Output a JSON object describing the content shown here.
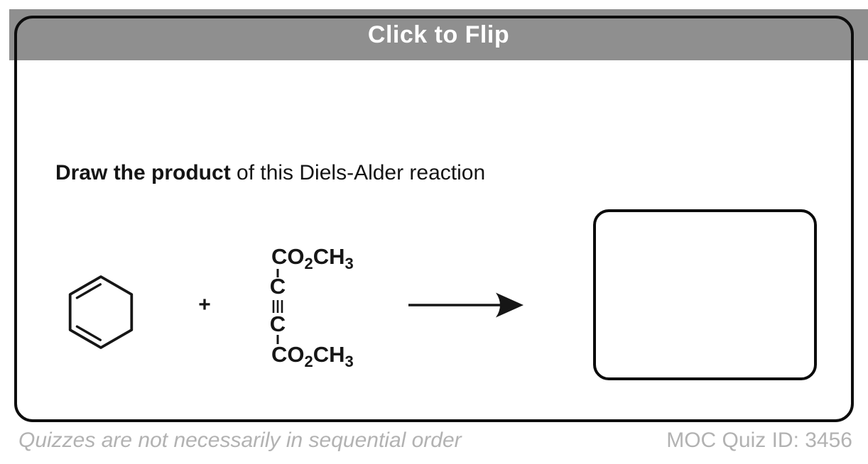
{
  "flip_bar": {
    "label": "Click to Flip"
  },
  "prompt": {
    "bold": "Draw the product",
    "rest": " of this Diels-Alder reaction"
  },
  "reaction": {
    "plus": "+",
    "structures": {
      "diene": "cyclohexadiene-skeletal-structure",
      "dienophile": "dimethyl-acetylenedicarboxylate-structure",
      "arrow": "reaction-arrow-right"
    },
    "dienophile": {
      "top_group": {
        "p1": "CO",
        "p2": "2",
        "p3": "CH",
        "p4": "3"
      },
      "atom_top": "C",
      "atom_bottom": "C",
      "bottom_group": {
        "p1": "CO",
        "p2": "2",
        "p3": "CH",
        "p4": "3"
      }
    }
  },
  "footer": {
    "note": "Quizzes are not necessarily in sequential order",
    "quiz_id": "MOC Quiz ID: 3456"
  },
  "colors": {
    "flip_bar_bg": "#8f8f8f",
    "flip_bar_text": "#ffffff",
    "card_border": "#0d0d0d",
    "ink": "#161616",
    "footer_text": "#b2b2b2"
  }
}
